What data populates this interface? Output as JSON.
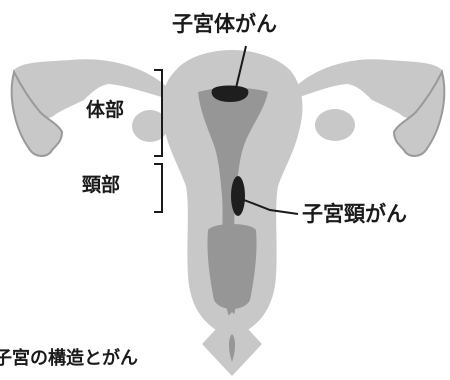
{
  "diagram": {
    "labels": {
      "uterine_body_cancer": "子宮体がん",
      "body_part": "体部",
      "cervix_part": "頸部",
      "cervical_cancer": "子宮頸がん",
      "caption": "子宮の構造とがん"
    },
    "colors": {
      "outer_tissue": "#c8c8c8",
      "inner_tissue": "#969696",
      "tumor": "#1e1e1e",
      "line": "#1a1a1a"
    }
  }
}
